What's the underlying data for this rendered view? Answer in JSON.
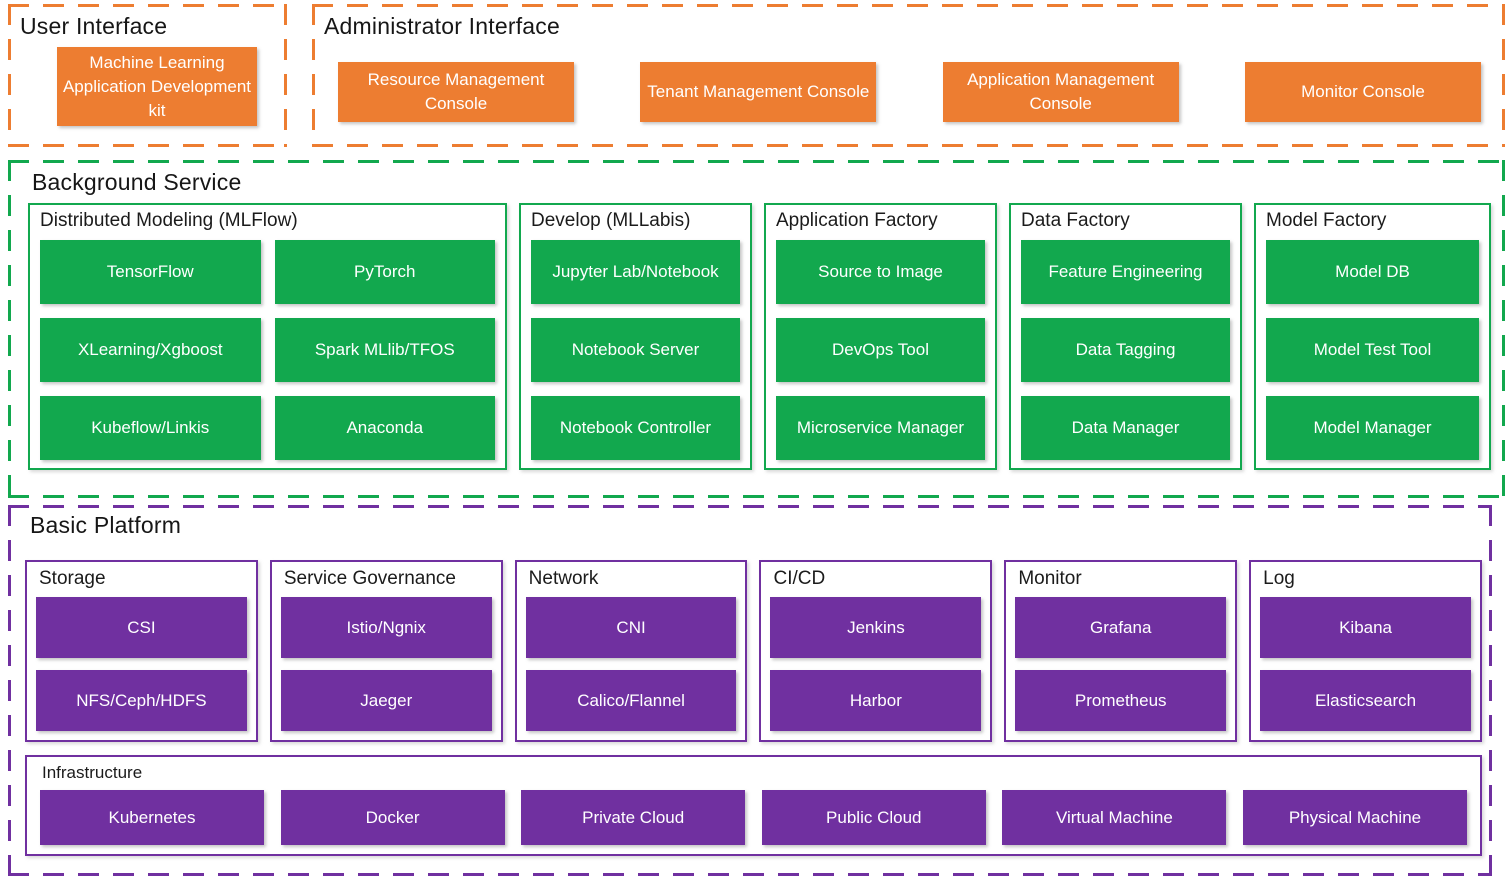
{
  "colors": {
    "orange": "#ED7D31",
    "green": "#12A84E",
    "purple": "#7030A0",
    "title_text": "#161616",
    "box_text": "#FFFFFF"
  },
  "user_interface": {
    "title": "User Interface",
    "items": [
      "Machine Learning Application Development kit"
    ]
  },
  "administrator_interface": {
    "title": "Administrator Interface",
    "items": [
      "Resource Management Console",
      "Tenant Management Console",
      "Application Management Console",
      "Monitor Console"
    ]
  },
  "background_service": {
    "title": "Background Service",
    "columns": [
      {
        "title": "Distributed Modeling (MLFlow)",
        "items": [
          "TensorFlow",
          "PyTorch",
          "XLearning/Xgboost",
          "Spark MLlib/TFOS",
          "Kubeflow/Linkis",
          "Anaconda"
        ]
      },
      {
        "title": "Develop (MLLabis)",
        "items": [
          "Jupyter Lab/Notebook",
          "Notebook Server",
          "Notebook Controller"
        ]
      },
      {
        "title": "Application Factory",
        "items": [
          "Source to Image",
          "DevOps Tool",
          "Microservice Manager"
        ]
      },
      {
        "title": "Data Factory",
        "items": [
          "Feature Engineering",
          "Data Tagging",
          "Data Manager"
        ]
      },
      {
        "title": "Model Factory",
        "items": [
          "Model DB",
          "Model Test Tool",
          "Model Manager"
        ]
      }
    ]
  },
  "basic_platform": {
    "title": "Basic Platform",
    "columns": [
      {
        "title": "Storage",
        "items": [
          "CSI",
          "NFS/Ceph/HDFS"
        ]
      },
      {
        "title": "Service Governance",
        "items": [
          "Istio/Ngnix",
          "Jaeger"
        ]
      },
      {
        "title": "Network",
        "items": [
          "CNI",
          "Calico/Flannel"
        ]
      },
      {
        "title": "CI/CD",
        "items": [
          "Jenkins",
          "Harbor"
        ]
      },
      {
        "title": "Monitor",
        "items": [
          "Grafana",
          "Prometheus"
        ]
      },
      {
        "title": "Log",
        "items": [
          "Kibana",
          "Elasticsearch"
        ]
      }
    ],
    "infrastructure": {
      "title": "Infrastructure",
      "items": [
        "Kubernetes",
        "Docker",
        "Private Cloud",
        "Public Cloud",
        "Virtual Machine",
        "Physical Machine"
      ]
    }
  }
}
